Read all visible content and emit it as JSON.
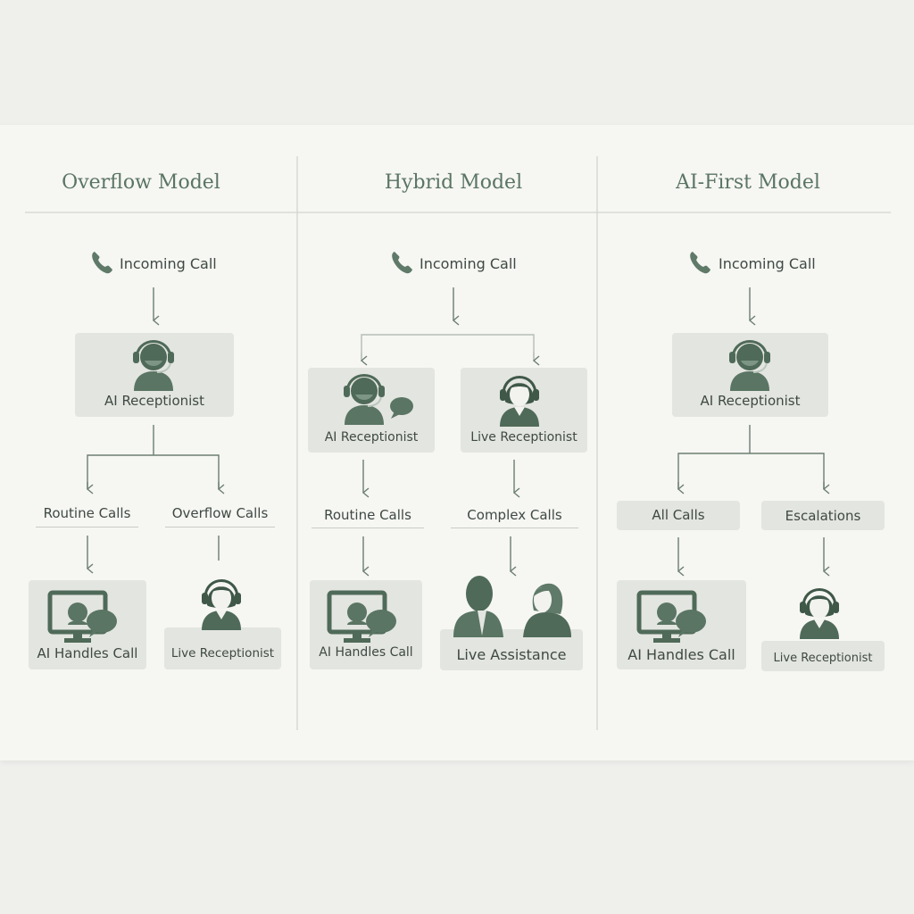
{
  "columns": [
    {
      "title": "Overflow Model",
      "incoming": "Incoming Call",
      "receptionist": "AI Receptionist",
      "branches": [
        "Routine Calls",
        "Overflow Calls"
      ],
      "outcomes": [
        "AI Handles Call",
        "Live Receptionist"
      ]
    },
    {
      "title": "Hybrid Model",
      "incoming": "Incoming Call",
      "receptionists": [
        "AI Receptionist",
        "Live Receptionist"
      ],
      "branches": [
        "Routine Calls",
        "Complex Calls"
      ],
      "outcomes": [
        "AI Handles Call",
        "Live Assistance"
      ]
    },
    {
      "title": "AI-First Model",
      "incoming": "Incoming Call",
      "receptionist": "AI Receptionist",
      "branches": [
        "All Calls",
        "Escalations"
      ],
      "outcomes": [
        "AI Handles Call",
        "Live Receptionist"
      ]
    }
  ],
  "colors": {
    "accent": "#5f7a68",
    "box": "#e3e5e0",
    "panel": "#f6f6f3",
    "title": "#5a7563"
  }
}
